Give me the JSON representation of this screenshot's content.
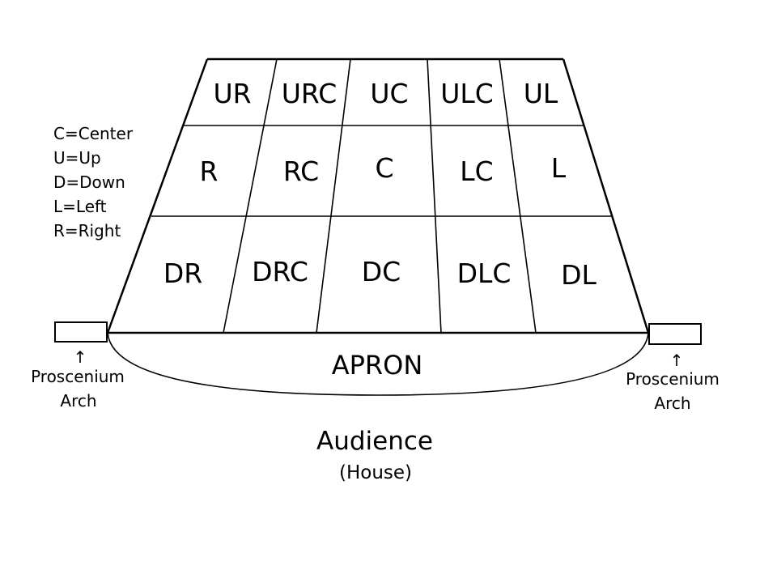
{
  "legend": [
    "C=Center",
    "U=Up",
    "D=Down",
    "L=Left",
    "R=Right"
  ],
  "stage": {
    "rows": [
      [
        "UR",
        "URC",
        "UC",
        "ULC",
        "UL"
      ],
      [
        "R",
        "RC",
        "C",
        "LC",
        "L"
      ],
      [
        "DR",
        "DRC",
        "DC",
        "DLC",
        "DL"
      ]
    ],
    "apron": "APRON"
  },
  "proscenium": {
    "left": {
      "line1": "Proscenium",
      "line2": "Arch",
      "arrow": "↑"
    },
    "right": {
      "line1": "Proscenium",
      "line2": "Arch",
      "arrow": "↑"
    }
  },
  "audience": {
    "title": "Audience",
    "subtitle": "(House)"
  }
}
